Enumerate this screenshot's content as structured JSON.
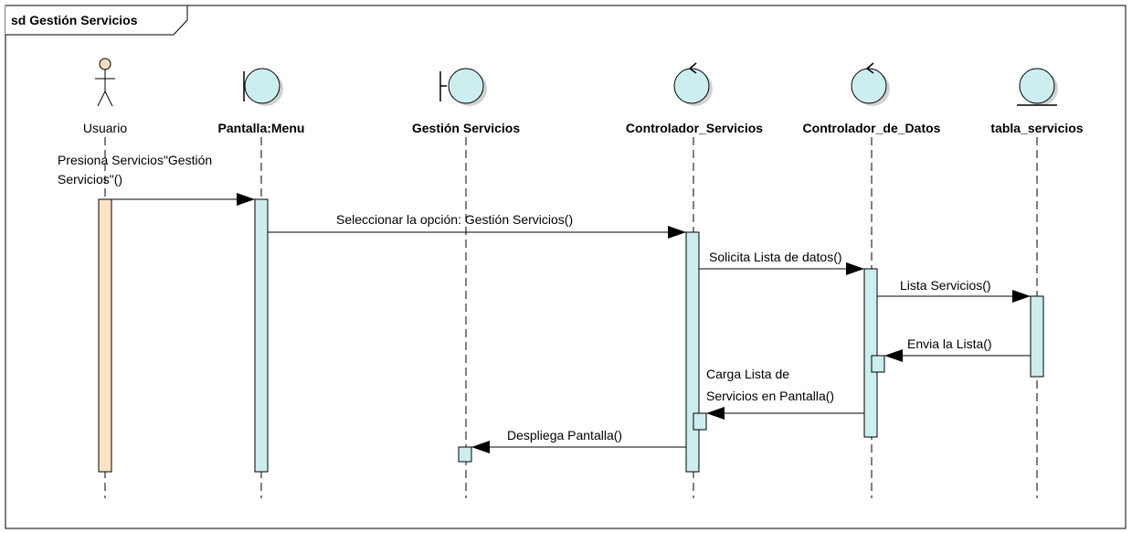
{
  "frame": {
    "title": "sd Gestión Servicios"
  },
  "participants": [
    {
      "label": "Usuario",
      "kind": "actor"
    },
    {
      "label": "Pantalla:Menu",
      "kind": "boundary"
    },
    {
      "label": "Gestión Servicios",
      "kind": "boundary"
    },
    {
      "label": "Controlador_Servicios",
      "kind": "control"
    },
    {
      "label": "Controlador_de_Datos",
      "kind": "control"
    },
    {
      "label": "tabla_servicios",
      "kind": "entity"
    }
  ],
  "messages": {
    "m1_line1": "Presiona Servicios\"Gestión",
    "m1_line2": "Servicios\"()",
    "m2": "Seleccionar la opción:  Gestión Servicios()",
    "m3": "Solicita Lista de datos()",
    "m4": "Lista Servicios()",
    "m5": "Envia la Lista()",
    "m6_line1": "Carga Lista de",
    "m6_line2": "Servicios en Pantalla()",
    "m7": "Despliega Pantalla()"
  },
  "colors": {
    "participant_fill": "#cdeeee",
    "actor_fill": "#f7e0c2",
    "actor_activation_fill": "#fbe3c4",
    "line": "#000000"
  }
}
